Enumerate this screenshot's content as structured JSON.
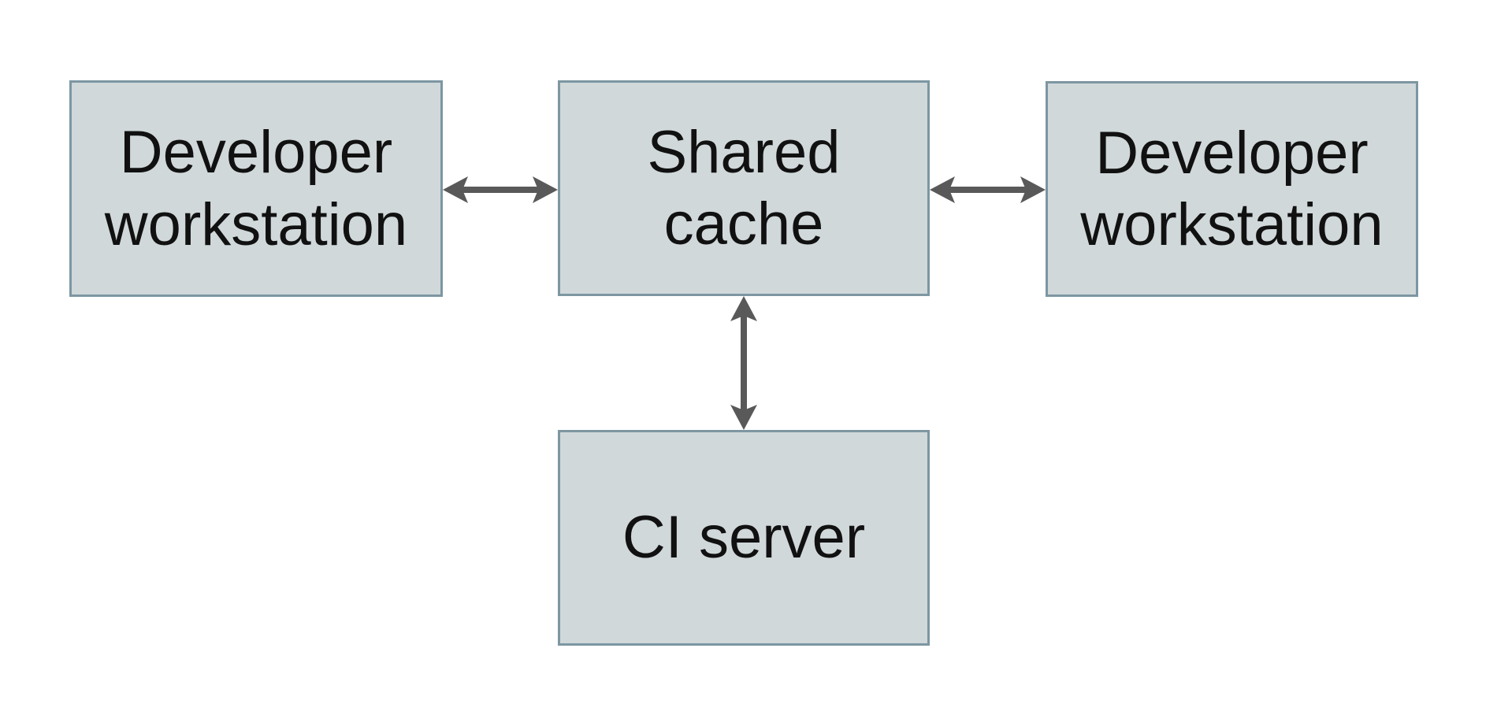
{
  "diagram": {
    "title": "",
    "colors": {
      "background": "#ffffff",
      "node_fill": "#d0d8da",
      "node_border": "#7d96a2",
      "arrow": "#595959",
      "text": "#111111"
    },
    "nodes": {
      "developer_workstation_left": {
        "label": "Developer\nworkstation"
      },
      "shared_cache": {
        "label": "Shared\ncache"
      },
      "developer_workstation_right": {
        "label": "Developer\nworkstation"
      },
      "ci_server": {
        "label": "CI server"
      }
    },
    "edges": [
      {
        "from": "developer_workstation_left",
        "to": "shared_cache",
        "direction": "bidirectional",
        "orientation": "horizontal"
      },
      {
        "from": "shared_cache",
        "to": "developer_workstation_right",
        "direction": "bidirectional",
        "orientation": "horizontal"
      },
      {
        "from": "shared_cache",
        "to": "ci_server",
        "direction": "bidirectional",
        "orientation": "vertical"
      }
    ]
  }
}
